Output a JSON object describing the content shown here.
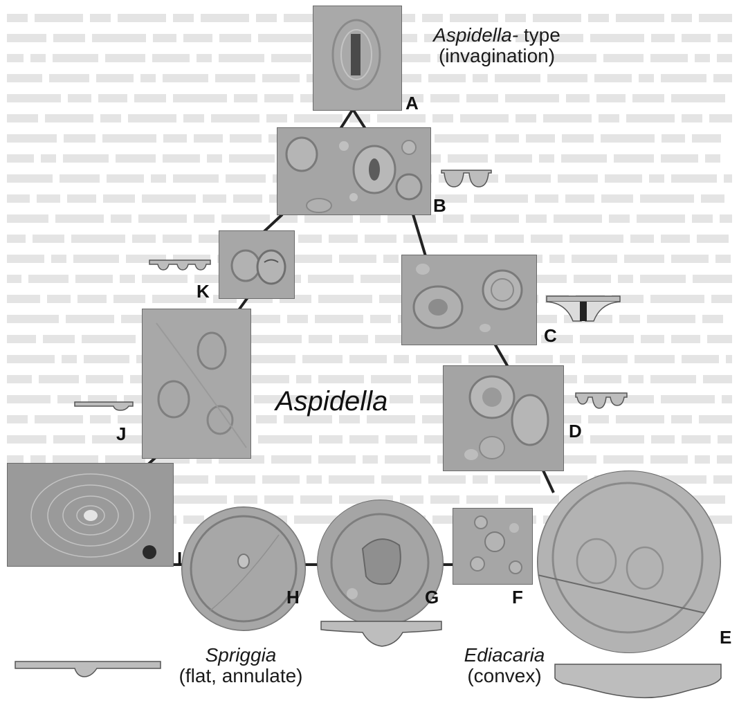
{
  "figure": {
    "center_title": "Aspidella",
    "captions": {
      "top_title": "Aspidella-",
      "top_rest": " type",
      "top_sub": "(invagination)",
      "spriggia_title": "Spriggia",
      "spriggia_sub": "(flat, annulate)",
      "ediacaria_title": "Ediacaria",
      "ediacaria_sub": "(convex)"
    },
    "panel_labels": {
      "A": "A",
      "B": "B",
      "C": "C",
      "D": "D",
      "E": "E",
      "F": "F",
      "G": "G",
      "H": "H",
      "I": "I",
      "J": "J",
      "K": "K"
    },
    "colors": {
      "line": "#222222",
      "profile_fill": "#bdbdbd",
      "profile_stroke": "#555555",
      "photo_gray": "#a8a8a8"
    }
  }
}
